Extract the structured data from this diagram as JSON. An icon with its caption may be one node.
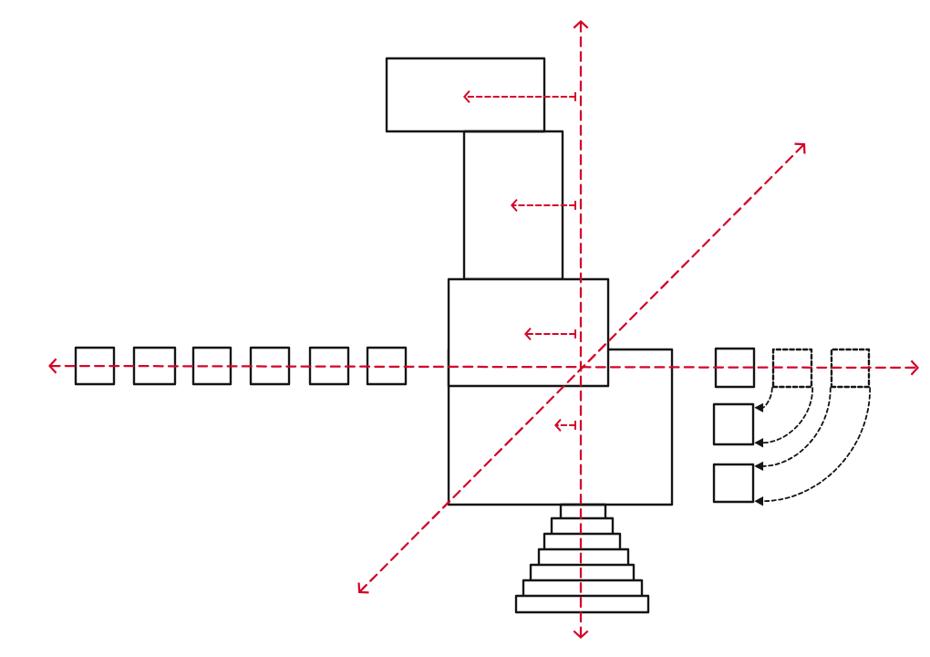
{
  "diagram": {
    "nodes": [
      {
        "text": [],
        "shape": "box"
      },
      {
        "text": [],
        "shape": "box"
      },
      {
        "text": [],
        "shape": "box"
      },
      {
        "text": [],
        "shape": "box"
      },
      {
        "text": [],
        "shape": "box"
      },
      {
        "text": [],
        "shape": "box"
      },
      {
        "text": [],
        "shape": "box"
      },
      {
        "text": [],
        "shape": "box"
      },
      {
        "text": [],
        "shape": "box"
      },
      {
        "text": [],
        "shape": "box"
      },
      {
        "text": [],
        "shape": "box"
      },
      {
        "text": [],
        "shape": "box"
      },
      {
        "text": [],
        "shape": "box"
      },
      {
        "text": [],
        "shape": "box"
      },
      {
        "text": [],
        "shape": "box"
      }
    ],
    "edges": [
      {
        "from": 11,
        "to": 13,
        "arrow": "to",
        "style": "dashed"
      },
      {
        "from": 11,
        "to": 13,
        "arrow": "to",
        "style": "dashed"
      },
      {
        "from": 12,
        "to": 14,
        "arrow": "to",
        "style": "dashed"
      },
      {
        "from": 12,
        "to": 14,
        "arrow": "to",
        "style": "dashed"
      }
    ]
  }
}
